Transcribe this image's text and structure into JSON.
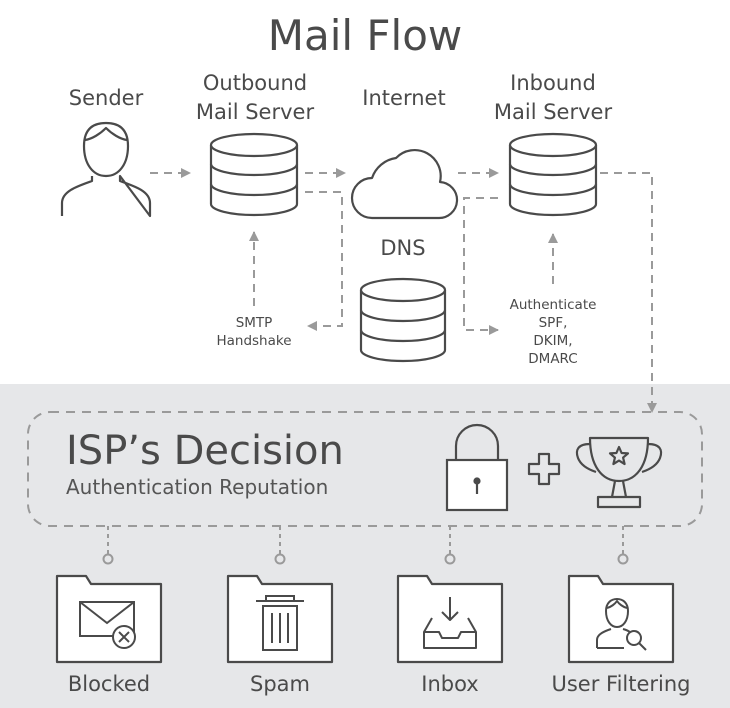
{
  "title": "Mail Flow",
  "nodes": {
    "sender": "Sender",
    "outbound_line1": "Outbound",
    "outbound_line2": "Mail Server",
    "internet": "Internet",
    "inbound_line1": "Inbound",
    "inbound_line2": "Mail Server",
    "dns": "DNS"
  },
  "annotations": {
    "smtp_line1": "SMTP",
    "smtp_line2": "Handshake",
    "auth_line1": "Authenticate",
    "auth_line2": "SPF,",
    "auth_line3": "DKIM,",
    "auth_line4": "DMARC"
  },
  "decision": {
    "title": "ISP’s Decision",
    "subtitle": "Authentication Reputation"
  },
  "outcomes": [
    "Blocked",
    "Spam",
    "Inbox",
    "User Filtering"
  ],
  "colors": {
    "ink": "#4a4a4a",
    "arrow": "#9a9a9a",
    "panel": "#e6e7e9",
    "background": "#ffffff"
  },
  "icons": [
    "user-icon",
    "server-icon",
    "cloud-icon",
    "lock-icon",
    "trophy-icon",
    "plus-icon",
    "folder-icon",
    "mail-x-icon",
    "trash-icon",
    "inbox-tray-icon",
    "user-search-icon"
  ]
}
